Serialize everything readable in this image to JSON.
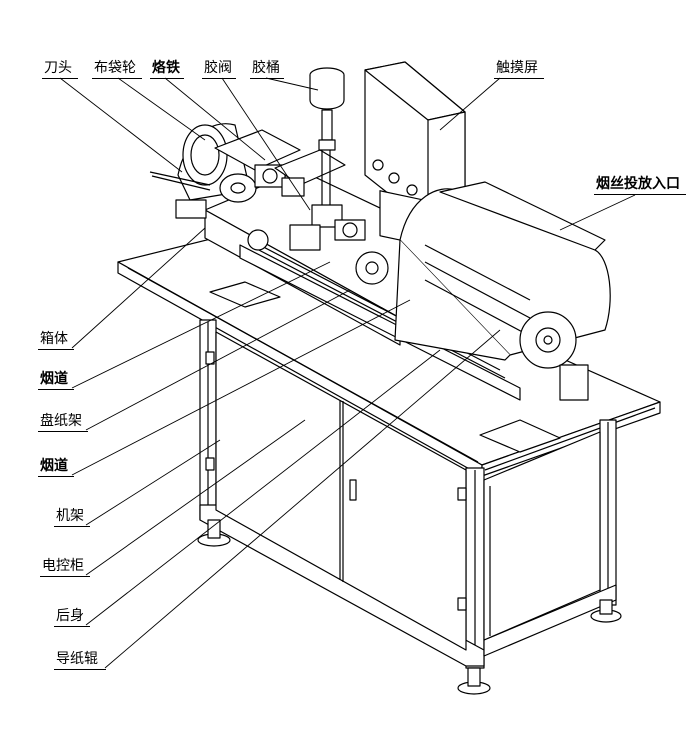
{
  "labels": {
    "dao_tou": "刀头",
    "bu_dai_lun": "布袋轮",
    "lao_tie": "烙铁",
    "jiao_fa": "胶阀",
    "jiao_tong": "胶桶",
    "chu_mo_ping": "触摸屏",
    "yan_si_tou_fang_ru_kou": "烟丝投放入口",
    "xiang_ti": "箱体",
    "yan_dao_1": "烟道",
    "pan_zhi_jia": "盘纸架",
    "yan_dao_2": "烟道",
    "ji_jia": "机架",
    "dian_kong_gui": "电控柜",
    "hou_shen": "后身",
    "dao_zhi_gun": "导纸辊"
  },
  "colors": {
    "line": "#000000",
    "background": "#ffffff"
  }
}
